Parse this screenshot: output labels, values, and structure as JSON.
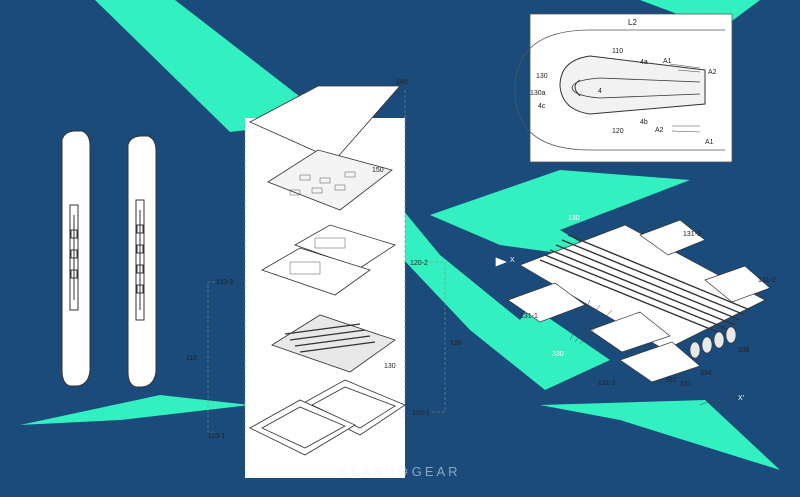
{
  "colors": {
    "background": "#1a4b7a",
    "accent": "#33f0c0",
    "paper": "#ffffff",
    "line": "#333333"
  },
  "watermark": "SLASH⚙GEAR",
  "inset_labels": {
    "l2": "L2",
    "n110": "110",
    "n4a": "4a",
    "a1_top": "A1",
    "a2_top": "A2",
    "n130": "130",
    "n130a": "130a",
    "n4": "4",
    "n4c": "4c",
    "n120": "120",
    "n4b": "4b",
    "a2_bottom": "A2",
    "a1_bottom": "A1"
  },
  "exploded_labels": {
    "n140": "140",
    "n150": "150",
    "n110_2": "110-2",
    "n120_2": "120-2",
    "n110": "110",
    "n120": "120",
    "n130": "130",
    "n110_1": "110-1",
    "n120_1": "120-1"
  },
  "hinge_labels": {
    "n130": "130",
    "n131_3": "131-3",
    "x": "X",
    "n131_2": "131-2",
    "n131_1a": "131-1",
    "n330": "330",
    "n131_1b": "131-1",
    "n336": "336",
    "n332": "332",
    "n331": "331",
    "n334": "334",
    "x_prime": "X'"
  }
}
